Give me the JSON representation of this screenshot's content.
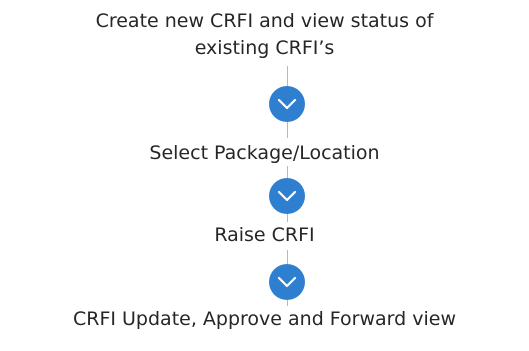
{
  "steps": [
    {
      "line1": "Create new CRFI and view status of",
      "line2": "existing CRFI’s"
    },
    {
      "label": "Select Package/Location"
    },
    {
      "label": "Raise CRFI"
    },
    {
      "label": "CRFI Update, Approve and Forward view"
    }
  ],
  "icons": {
    "node_icon": "chevron-down-icon"
  },
  "colors": {
    "node": "#2f7fd0",
    "connector": "#b9b9b9",
    "text": "#262626"
  }
}
